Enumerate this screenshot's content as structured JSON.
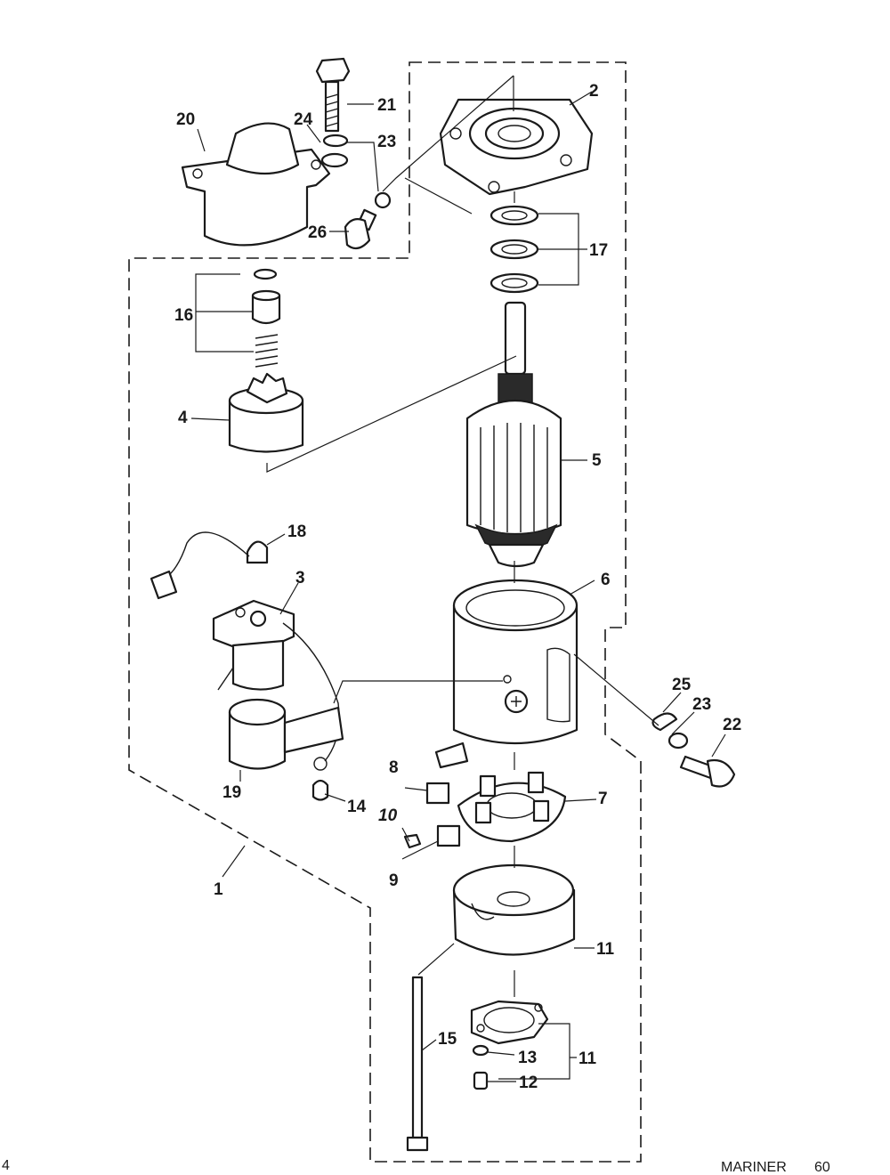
{
  "diagram": {
    "callouts": {
      "c1": "1",
      "c2": "2",
      "c3": "3",
      "c4": "4",
      "c5": "5",
      "c6": "6",
      "c7": "7",
      "c8": "8",
      "c9": "9",
      "c10": "10",
      "c11a": "11",
      "c11b": "11",
      "c12": "12",
      "c13": "13",
      "c14": "14",
      "c15": "15",
      "c16": "16",
      "c17": "17",
      "c18": "18",
      "c19": "19",
      "c20": "20",
      "c21": "21",
      "c22": "22",
      "c23a": "23",
      "c23b": "23",
      "c24": "24",
      "c25": "25",
      "c26": "26"
    },
    "page_number": "4"
  },
  "footer": {
    "brand": "MARINER",
    "model": "60"
  }
}
